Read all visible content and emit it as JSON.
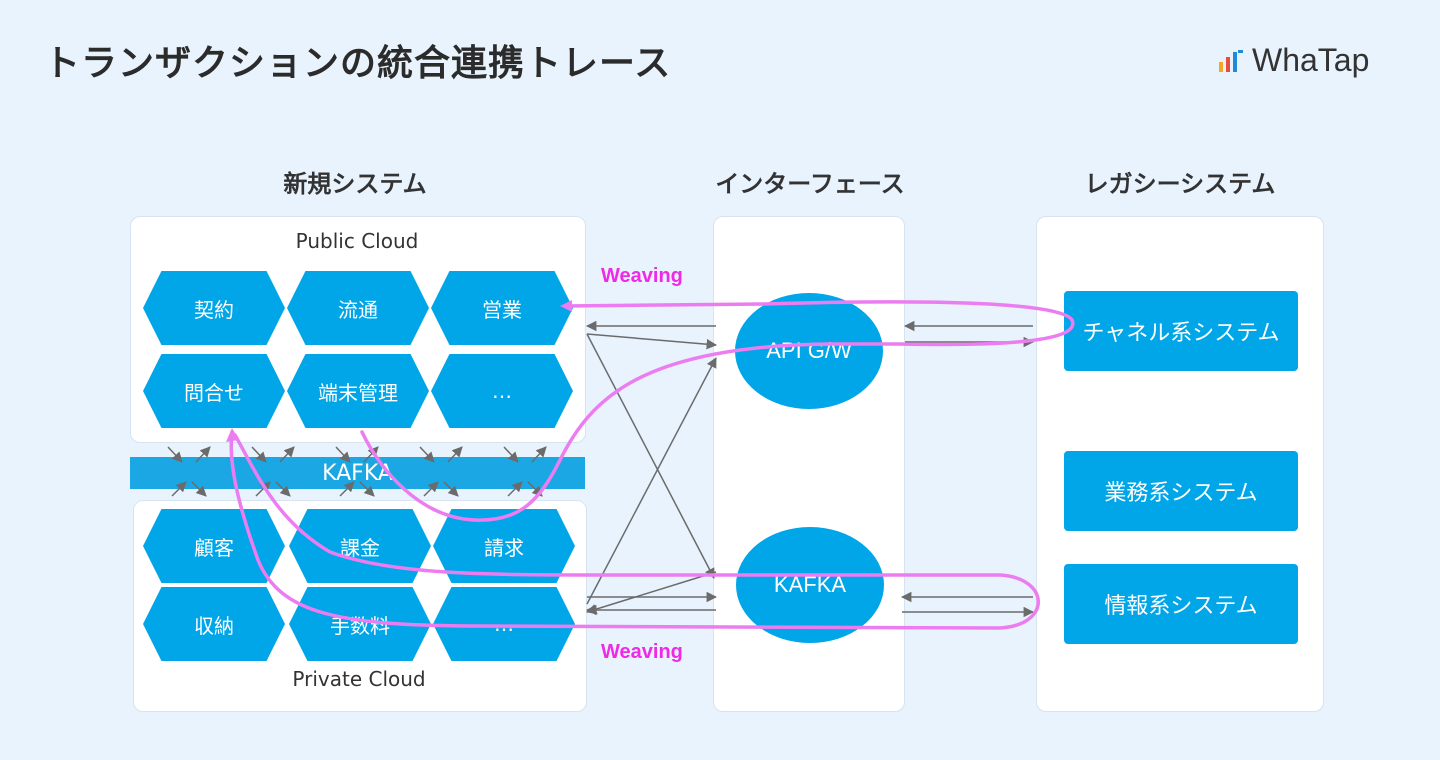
{
  "title": "トランザクションの統合連携トレース",
  "logo": {
    "text": "WhaTap",
    "bar_colors": [
      "#f5a623",
      "#e84e3c",
      "#1f8bd8",
      "#1f8bd8"
    ]
  },
  "columns": {
    "new_system": "新規システム",
    "interface": "インターフェース",
    "legacy": "レガシーシステム"
  },
  "public_cloud": {
    "label": "Public Cloud",
    "modules": [
      "契約",
      "流通",
      "営業",
      "問合せ",
      "端末管理",
      "…"
    ]
  },
  "kafka_bar": "KAFKA",
  "private_cloud": {
    "label": "Private Cloud",
    "modules": [
      "顧客",
      "課金",
      "請求",
      "収納",
      "手数料",
      "…"
    ]
  },
  "interface_nodes": {
    "api_gw": "API G/W",
    "kafka": "KAFKA"
  },
  "legacy_systems": [
    "チャネル系システム",
    "業務系システム",
    "情報系システム"
  ],
  "weaving_top": "Weaving",
  "weaving_bottom": "Weaving",
  "colors": {
    "accent": "#00a6e8",
    "weaving": "#f028e8",
    "background": "#e8f3fd",
    "arrow": "#6b6b6b"
  }
}
